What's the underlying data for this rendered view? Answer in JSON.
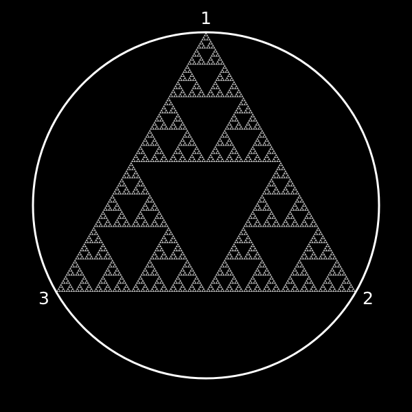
{
  "diagram": {
    "background_color": "#000000",
    "foreground_color": "#ffffff",
    "circumscribed_circle": true,
    "fractal": "sierpinski-triangle",
    "fractal_depth": 7,
    "vertices": [
      {
        "label": "1",
        "position": "top"
      },
      {
        "label": "2",
        "position": "bottom-right"
      },
      {
        "label": "3",
        "position": "bottom-left"
      }
    ]
  }
}
